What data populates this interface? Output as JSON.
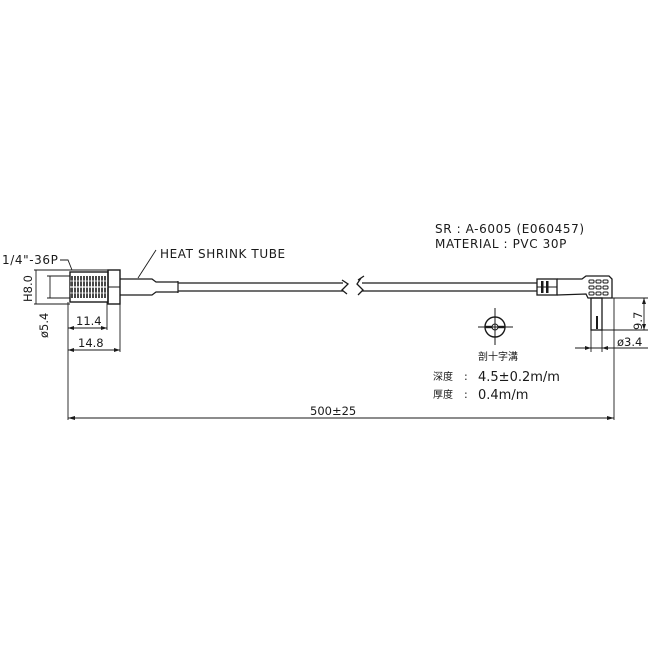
{
  "drawing": {
    "type": "cable assembly drawing",
    "colors": {
      "ink": "#1a1a1a",
      "background": "#ffffff"
    },
    "annotations": {
      "thread_spec": "1/4\"-36P",
      "heat_shrink_label": "HEAT SHRINK TUBE",
      "sr_label": "SR : A-6005 (E060457)",
      "material_label": "MATERIAL : PVC 30P"
    },
    "dimensions": {
      "hex_height": "H8.0",
      "thread_diameter": "ø5.4",
      "thread_length": "11.4",
      "fitting_length": "14.8",
      "total_length": "500±25",
      "right_angle_height": "9.7",
      "probe_diameter": "ø3.4"
    },
    "cross_slot_note": {
      "title": "剖十字溝",
      "depth_label": "深度",
      "depth_value": "4.5±0.2m/m",
      "thickness_label": "厚度",
      "thickness_value": "0.4m/m",
      "separator": ":"
    }
  }
}
